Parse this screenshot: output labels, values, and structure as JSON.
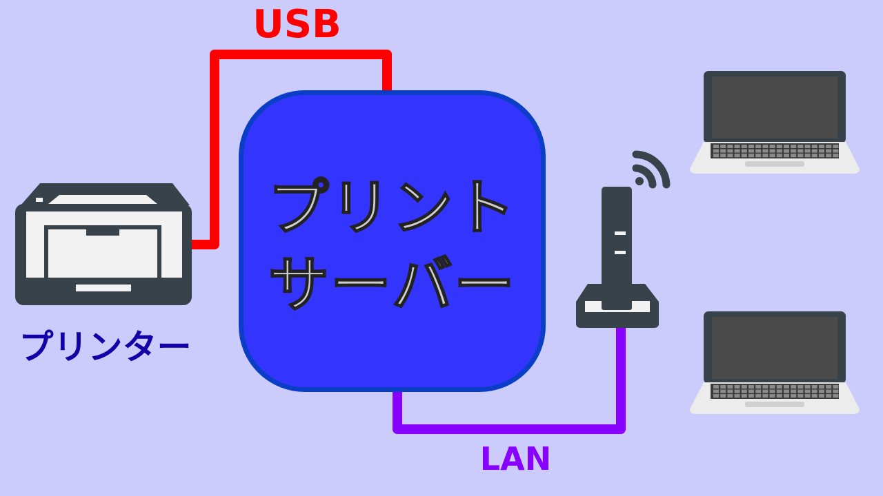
{
  "diagram": {
    "usb_label": "USB",
    "lan_label": "LAN",
    "printer_label": "プリンター",
    "server_line1": "プリント",
    "server_line2": "サーバー"
  },
  "colors": {
    "background": "#ccccfc",
    "usb_cable": "#ff0000",
    "lan_cable": "#8800ff",
    "server_fill": "#3434ff",
    "server_border": "#0a3ec6",
    "server_text": "#cfcfcf",
    "printer_label": "#1500a8",
    "device_dark": "#37424a",
    "device_light": "#f2f2f2"
  },
  "icons": [
    "printer-icon",
    "router-icon",
    "wifi-icon",
    "laptop-icon"
  ]
}
